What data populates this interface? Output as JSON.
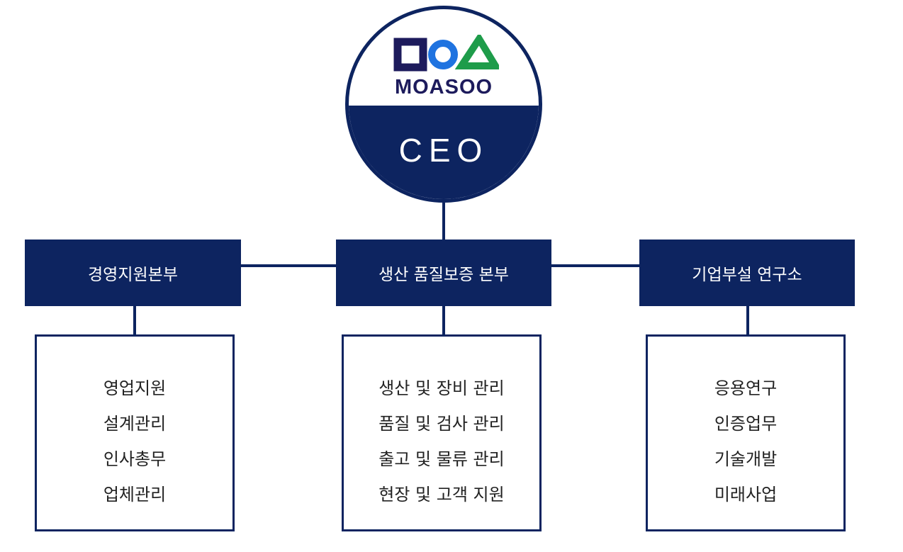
{
  "ceo": {
    "logo_text": "MOASOO",
    "title": "CEO"
  },
  "colors": {
    "navy": "#0d2460",
    "logo_square": "#1d1b5c",
    "logo_circle": "#1f73e0",
    "logo_triangle": "#1e9c4a"
  },
  "departments": [
    {
      "name": "경영지원본부",
      "items": [
        "영업지원",
        "설계관리",
        "인사총무",
        "업체관리"
      ]
    },
    {
      "name": "생산 품질보증 본부",
      "items": [
        "생산 및 장비 관리",
        "품질 및 검사 관리",
        "출고 및 물류 관리",
        "현장 및 고객 지원"
      ]
    },
    {
      "name": "기업부설 연구소",
      "items": [
        "응용연구",
        "인증업무",
        "기술개발",
        "미래사업"
      ]
    }
  ]
}
